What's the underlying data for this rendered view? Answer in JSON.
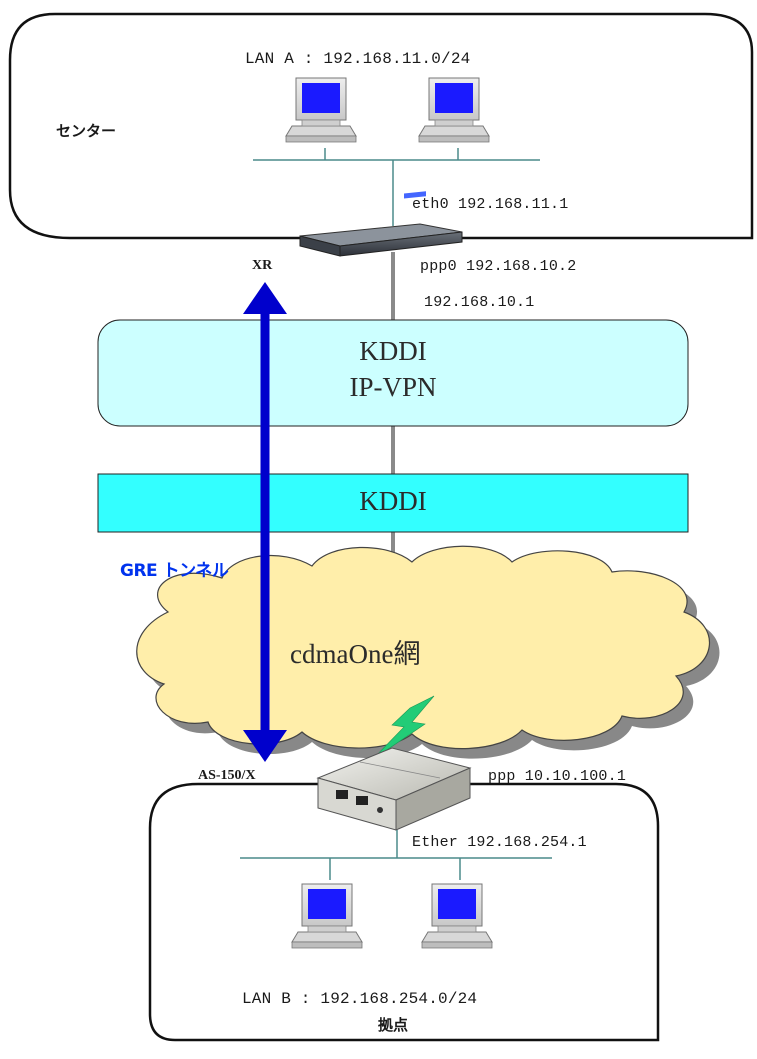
{
  "center": {
    "lan_label": "LAN A : 192.168.11.0/24",
    "site_label": "センター",
    "eth0_label": "eth0 192.168.11.1",
    "router_name": "XR",
    "ppp0_label": "ppp0 192.168.10.2",
    "gateway_label": "192.168.10.1"
  },
  "network": {
    "ipvpn_line1": "KDDI",
    "ipvpn_line2": "IP-VPN",
    "kddi_label": "KDDI",
    "cloud_label": "cdmaOne網"
  },
  "tunnel": {
    "label": "GRE トンネル",
    "color": "#0000cc"
  },
  "branch": {
    "device_name": "AS-150/X",
    "ppp_label": "ppp 10.10.100.1",
    "ether_label": "Ether 192.168.254.1",
    "lan_label": "LAN B : 192.168.254.0/24",
    "site_label": "拠点"
  },
  "colors": {
    "ipvpn_fill": "#ccffff",
    "kddi_fill": "#33ffff",
    "cloud_fill": "#ffeeaa",
    "cloud_shadow": "#888888",
    "lightning": "#22cc77",
    "monitor_screen": "#1a1aff"
  }
}
